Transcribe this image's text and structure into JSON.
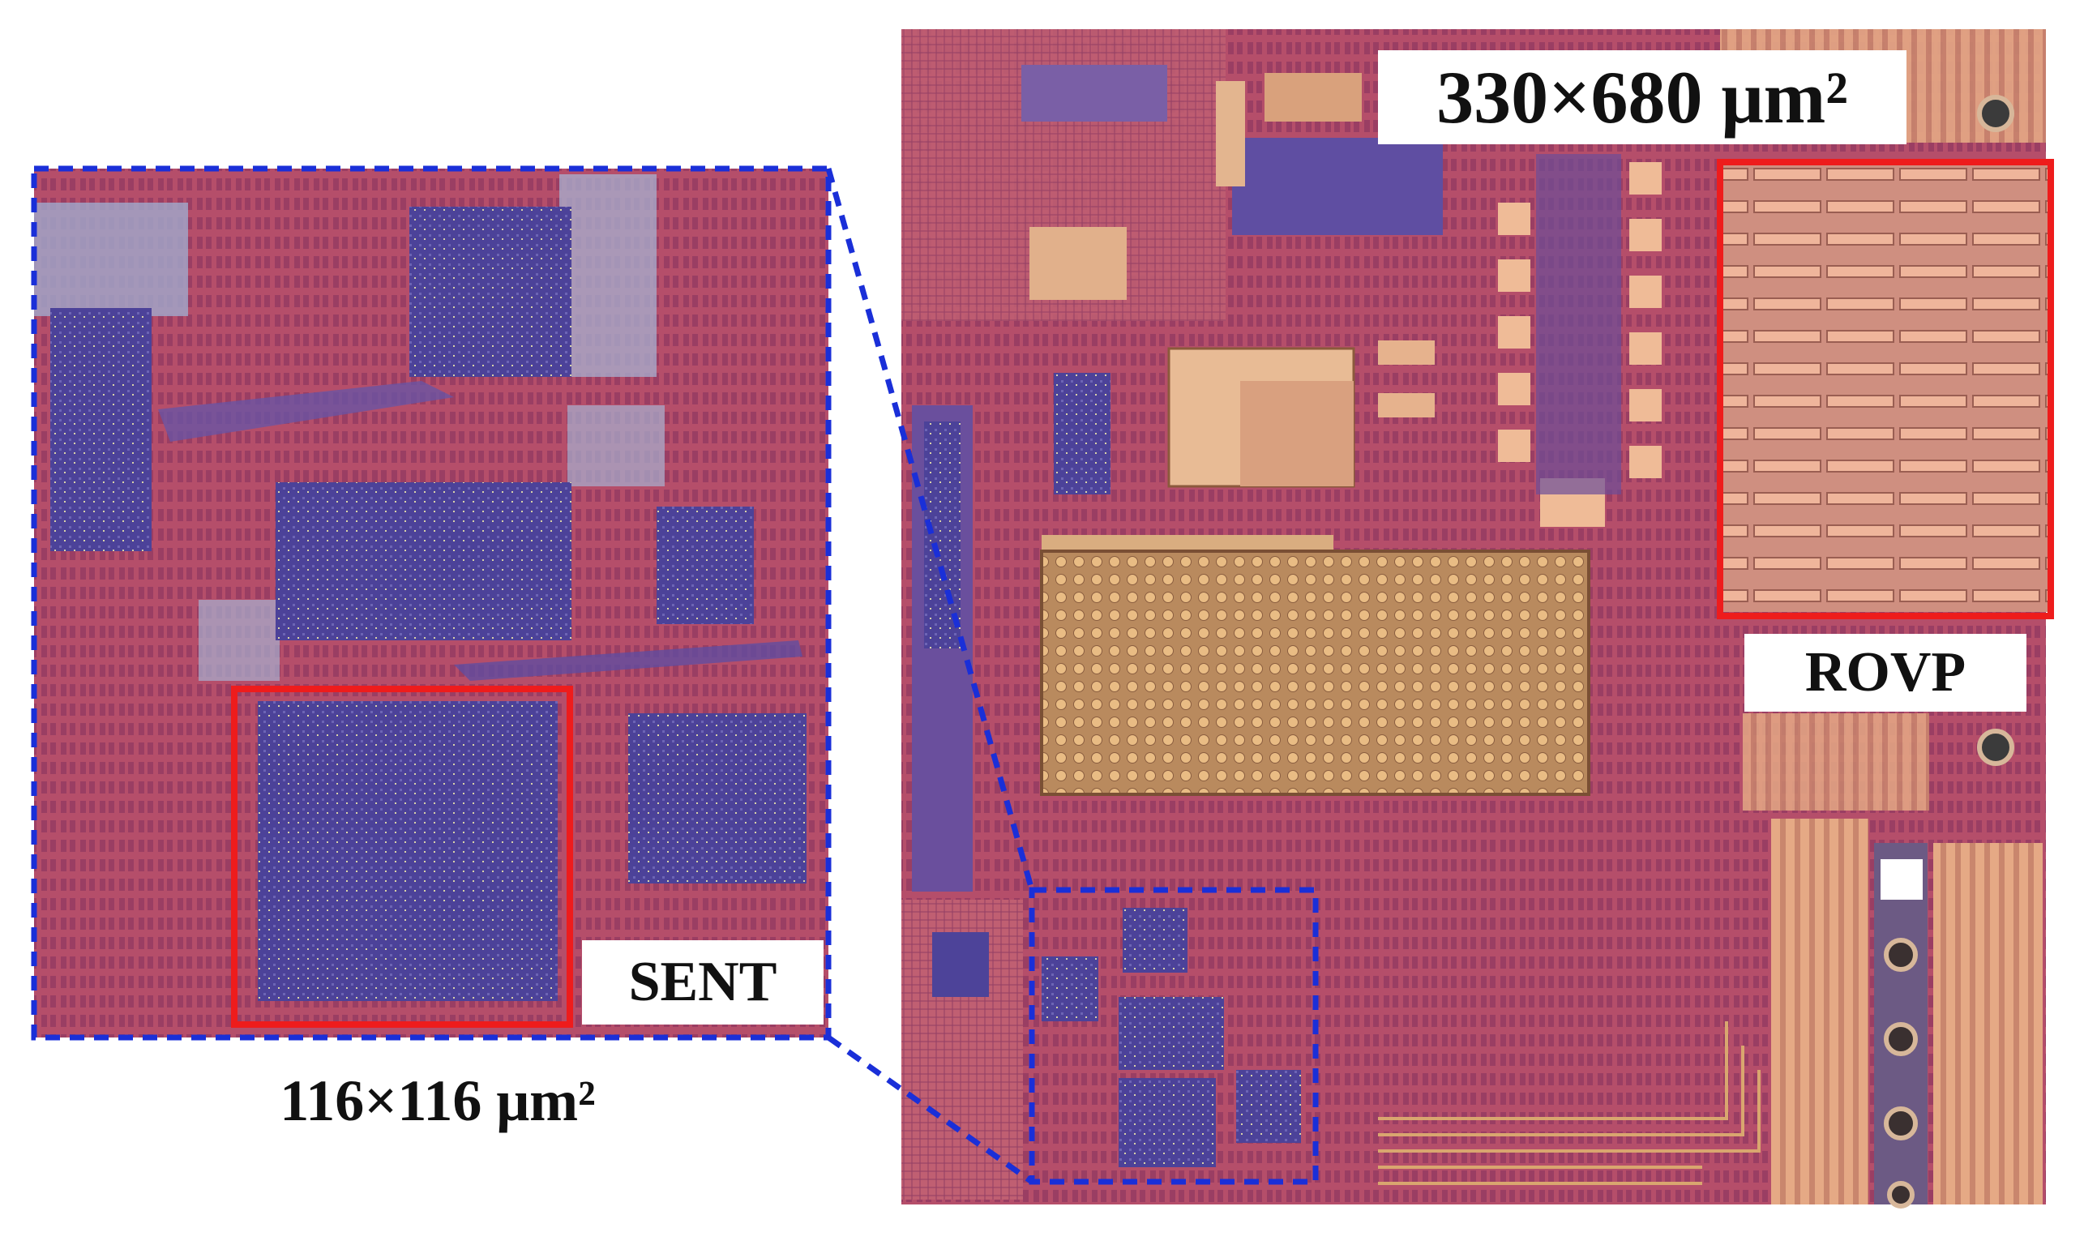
{
  "labels": {
    "full_die_area": "330×680 μm²",
    "rovp_block": "ROVP",
    "sent_block": "SENT",
    "zoom_area": "116×116 μm²"
  },
  "colors": {
    "die_base": "#a24a6c",
    "metal_red": "#c85a6f",
    "logic_blue": "#4a3f9a",
    "copper": "#e7b092",
    "gold": "#d7a36d",
    "highlight_red": "#ee1c1c",
    "zoom_dash_blue": "#1a2fd8"
  }
}
